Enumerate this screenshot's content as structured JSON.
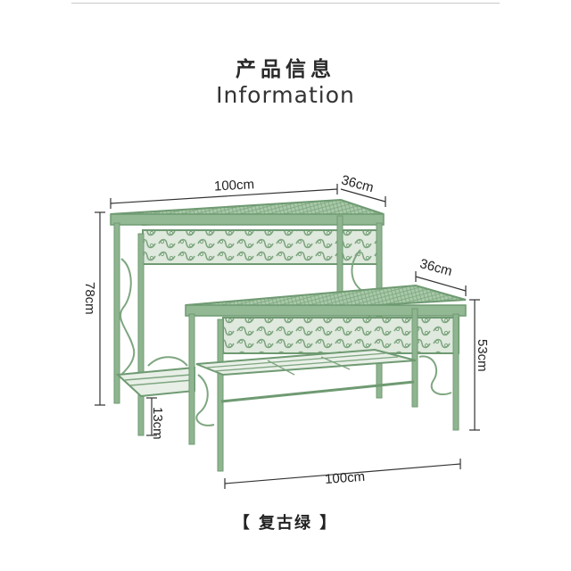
{
  "header": {
    "title": "产品信息",
    "subtitle": "Information"
  },
  "dimensions": {
    "large_width": "100cm",
    "large_depth": "36cm",
    "large_height": "78cm",
    "small_depth": "36cm",
    "small_height": "53cm",
    "shelf_clearance": "13cm",
    "small_width": "100cm"
  },
  "caption": {
    "color_label": "【 复古绿 】"
  },
  "colors": {
    "frame": "#8fb590",
    "frame_dark": "#6f9a72",
    "dimension_line": "#333333"
  }
}
